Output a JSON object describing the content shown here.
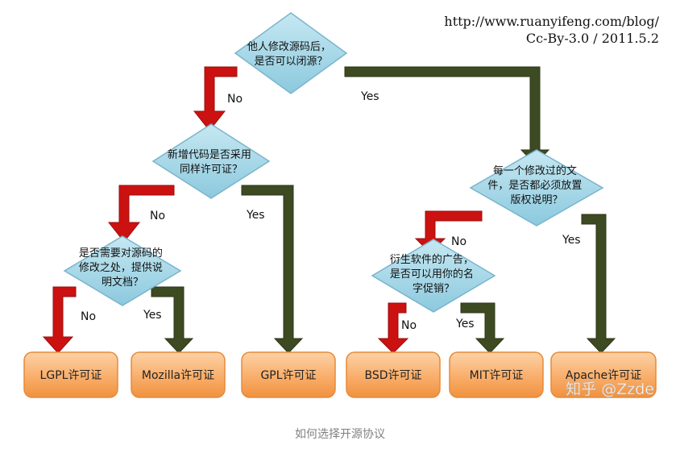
{
  "credit": {
    "url": "http://www.ruanyifeng.com/blog/",
    "license": "Cc-By-3.0 / 2011.5.2"
  },
  "caption": "如何选择开源协议",
  "watermark": "知乎 @Zzde",
  "colors": {
    "diamond_fill": "#9fd3e4",
    "diamond_stroke": "#7ab4cc",
    "box_fill": "#f9b271",
    "box_stroke": "#e88a3a",
    "arrow_no": "#cc1111",
    "arrow_yes": "#3d4a22"
  },
  "decisions": {
    "q1": {
      "lines": [
        "他人修改源码后，",
        "是否可以闭源？"
      ]
    },
    "q2": {
      "lines": [
        "新增代码是否采用",
        "同样许可证？"
      ]
    },
    "q3": {
      "lines": [
        "是否需要对源码的",
        "修改之处，提供说",
        "明文档？"
      ]
    },
    "q4": {
      "lines": [
        "每一个修改过的文",
        "件，是否都必须放置",
        "版权说明？"
      ]
    },
    "q5": {
      "lines": [
        "衍生软件的广告，",
        "是否可以用你的名",
        "字促销？"
      ]
    }
  },
  "licenses": {
    "lgpl": "LGPL许可证",
    "mozilla": "Mozilla许可证",
    "gpl": "GPL许可证",
    "bsd": "BSD许可证",
    "mit": "MIT许可证",
    "apache": "Apache许可证"
  },
  "edge_labels": {
    "q1_no": "No",
    "q1_yes": "Yes",
    "q2_no": "No",
    "q2_yes": "Yes",
    "q3_no": "No",
    "q3_yes": "Yes",
    "q4_no": "No",
    "q4_yes": "Yes",
    "q5_no": "No",
    "q5_yes": "Yes"
  }
}
